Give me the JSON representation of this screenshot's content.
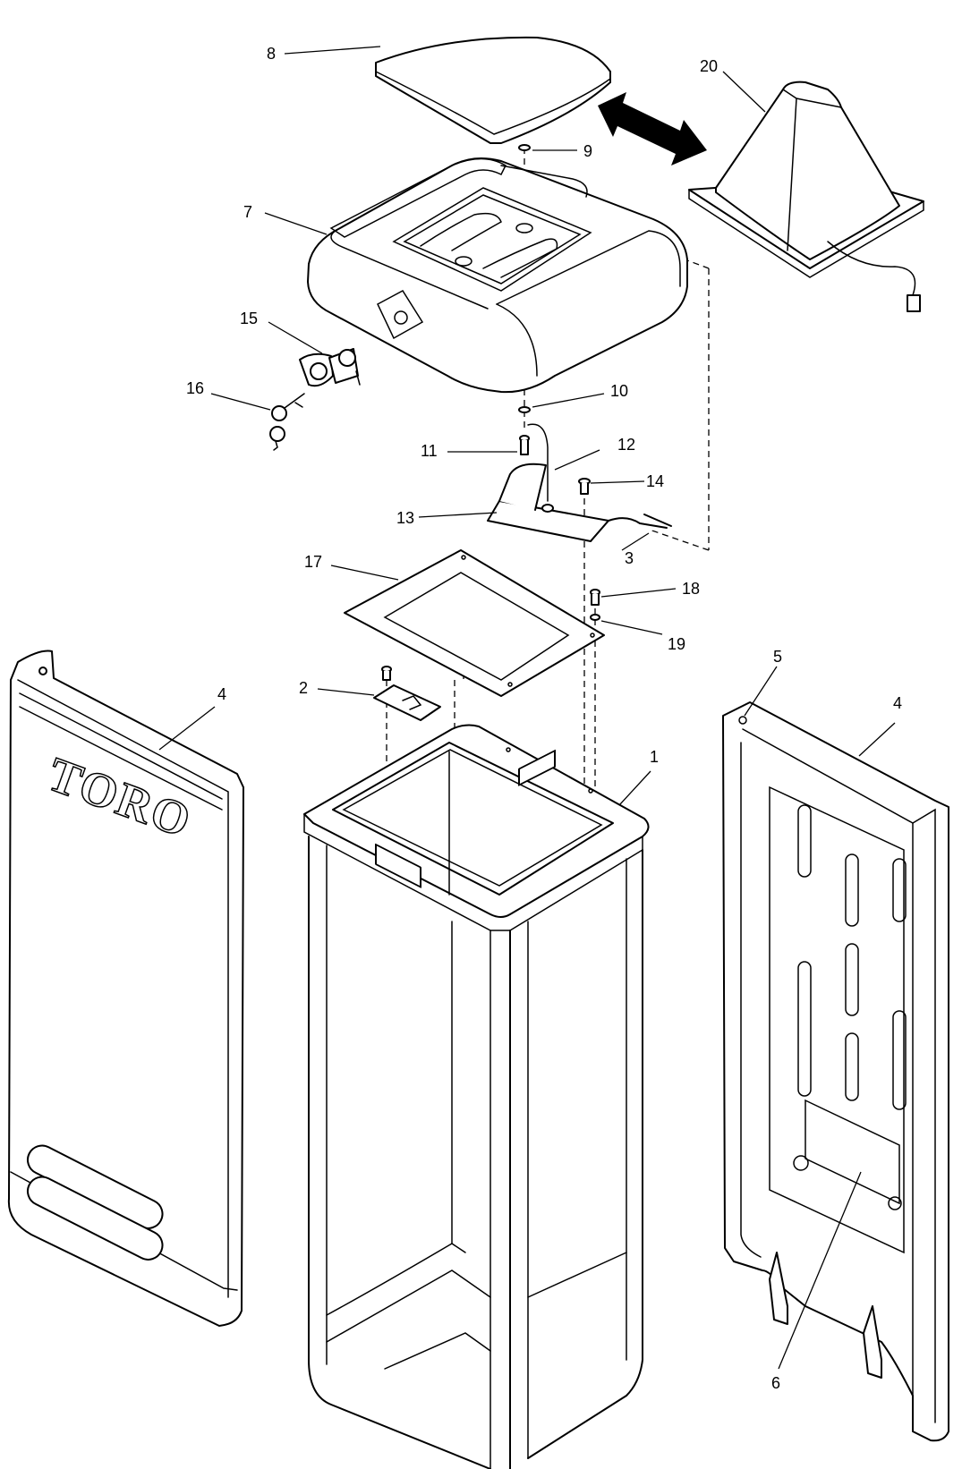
{
  "callouts": {
    "c1": "1",
    "c2": "2",
    "c3": "3",
    "c4a": "4",
    "c4b": "4",
    "c5": "5",
    "c6": "6",
    "c7": "7",
    "c8": "8",
    "c9": "9",
    "c10": "10",
    "c11": "11",
    "c12": "12",
    "c13": "13",
    "c14": "14",
    "c15": "15",
    "c16": "16",
    "c17": "17",
    "c18": "18",
    "c19": "19",
    "c20": "20"
  },
  "brand_label": "TORO",
  "colors": {
    "stroke": "#000000",
    "fill": "#ffffff",
    "decal": "#bdbdbd"
  }
}
